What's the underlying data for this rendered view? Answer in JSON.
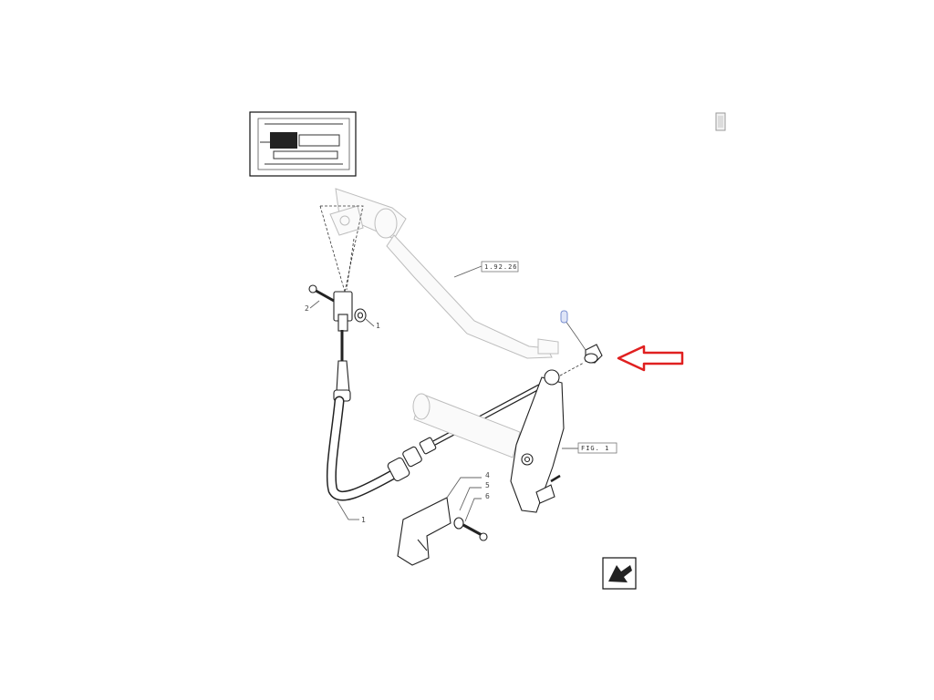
{
  "colors": {
    "line": "#222222",
    "ghost": "#bdbdbd",
    "arrow": "#e02020",
    "highlight": "#7a8fd0"
  },
  "references": {
    "pedal_ref": "1.92.26",
    "fig_ref": "FIG. 1"
  },
  "callouts": {
    "bolt": "2",
    "washer": "1",
    "cable": "1",
    "bracket_upper": "4",
    "bracket_mid": "5",
    "bracket_low": "6"
  },
  "icons": {
    "thumbnail": "transmission-thumbnail-icon",
    "next_page": "next-page-arrow-icon",
    "pointer": "red-pointer-arrow-icon",
    "scrollbar": "scroll-handle-icon"
  }
}
